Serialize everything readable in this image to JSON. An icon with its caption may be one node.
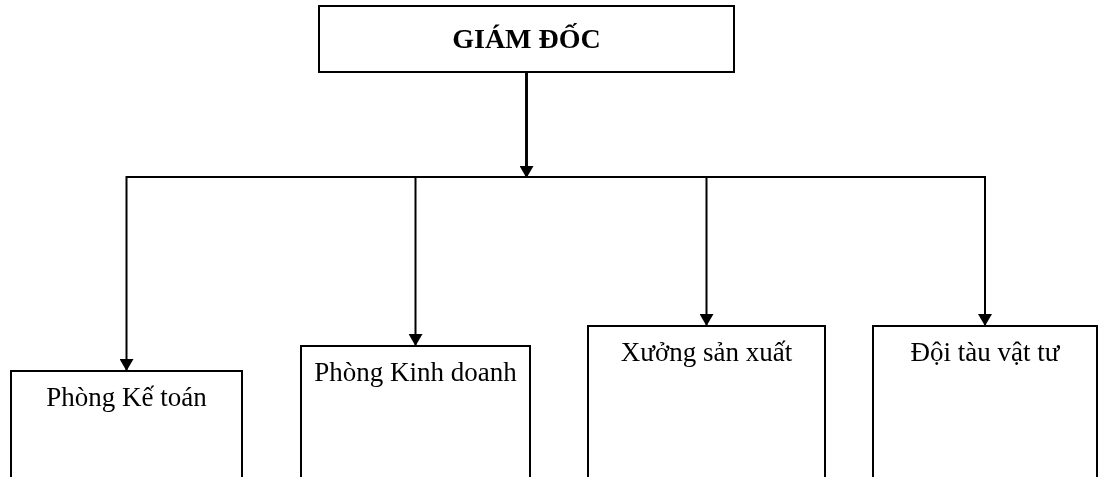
{
  "diagram": {
    "nodes": [
      {
        "text": [
          "GIÁM ĐỐC"
        ]
      },
      {
        "text": [
          "Phòng Kế toán"
        ]
      },
      {
        "text": [
          "Phòng Kinh doanh"
        ]
      },
      {
        "text": [
          "Xưởng sản xuất"
        ]
      },
      {
        "text": [
          "Đội tàu vật tư"
        ]
      }
    ],
    "edges": [
      {
        "from": 0,
        "to": 1,
        "arrow": "to"
      },
      {
        "from": 0,
        "to": 2,
        "arrow": "to"
      },
      {
        "from": 0,
        "to": 3,
        "arrow": "to"
      },
      {
        "from": 0,
        "to": 4,
        "arrow": "to"
      }
    ]
  }
}
